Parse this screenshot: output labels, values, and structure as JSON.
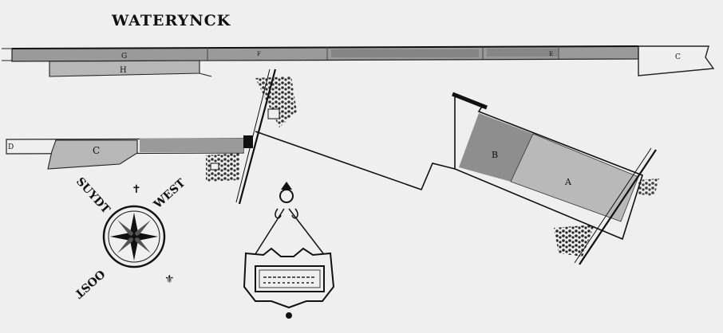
{
  "title": "WATERYNCK",
  "parcels": {
    "A": "A",
    "B": "B",
    "C_right": "C",
    "C_left": "C",
    "D": "D",
    "E": "E",
    "F": "F",
    "G": "G",
    "H": "H"
  },
  "compass": {
    "west": "WEST",
    "oost": "OOST",
    "suydt": "SUYDT"
  },
  "colors": {
    "paper": "#efefef",
    "ink": "#111111",
    "wash": "#9a9a9a",
    "wash_dark": "#7a7a7a"
  }
}
